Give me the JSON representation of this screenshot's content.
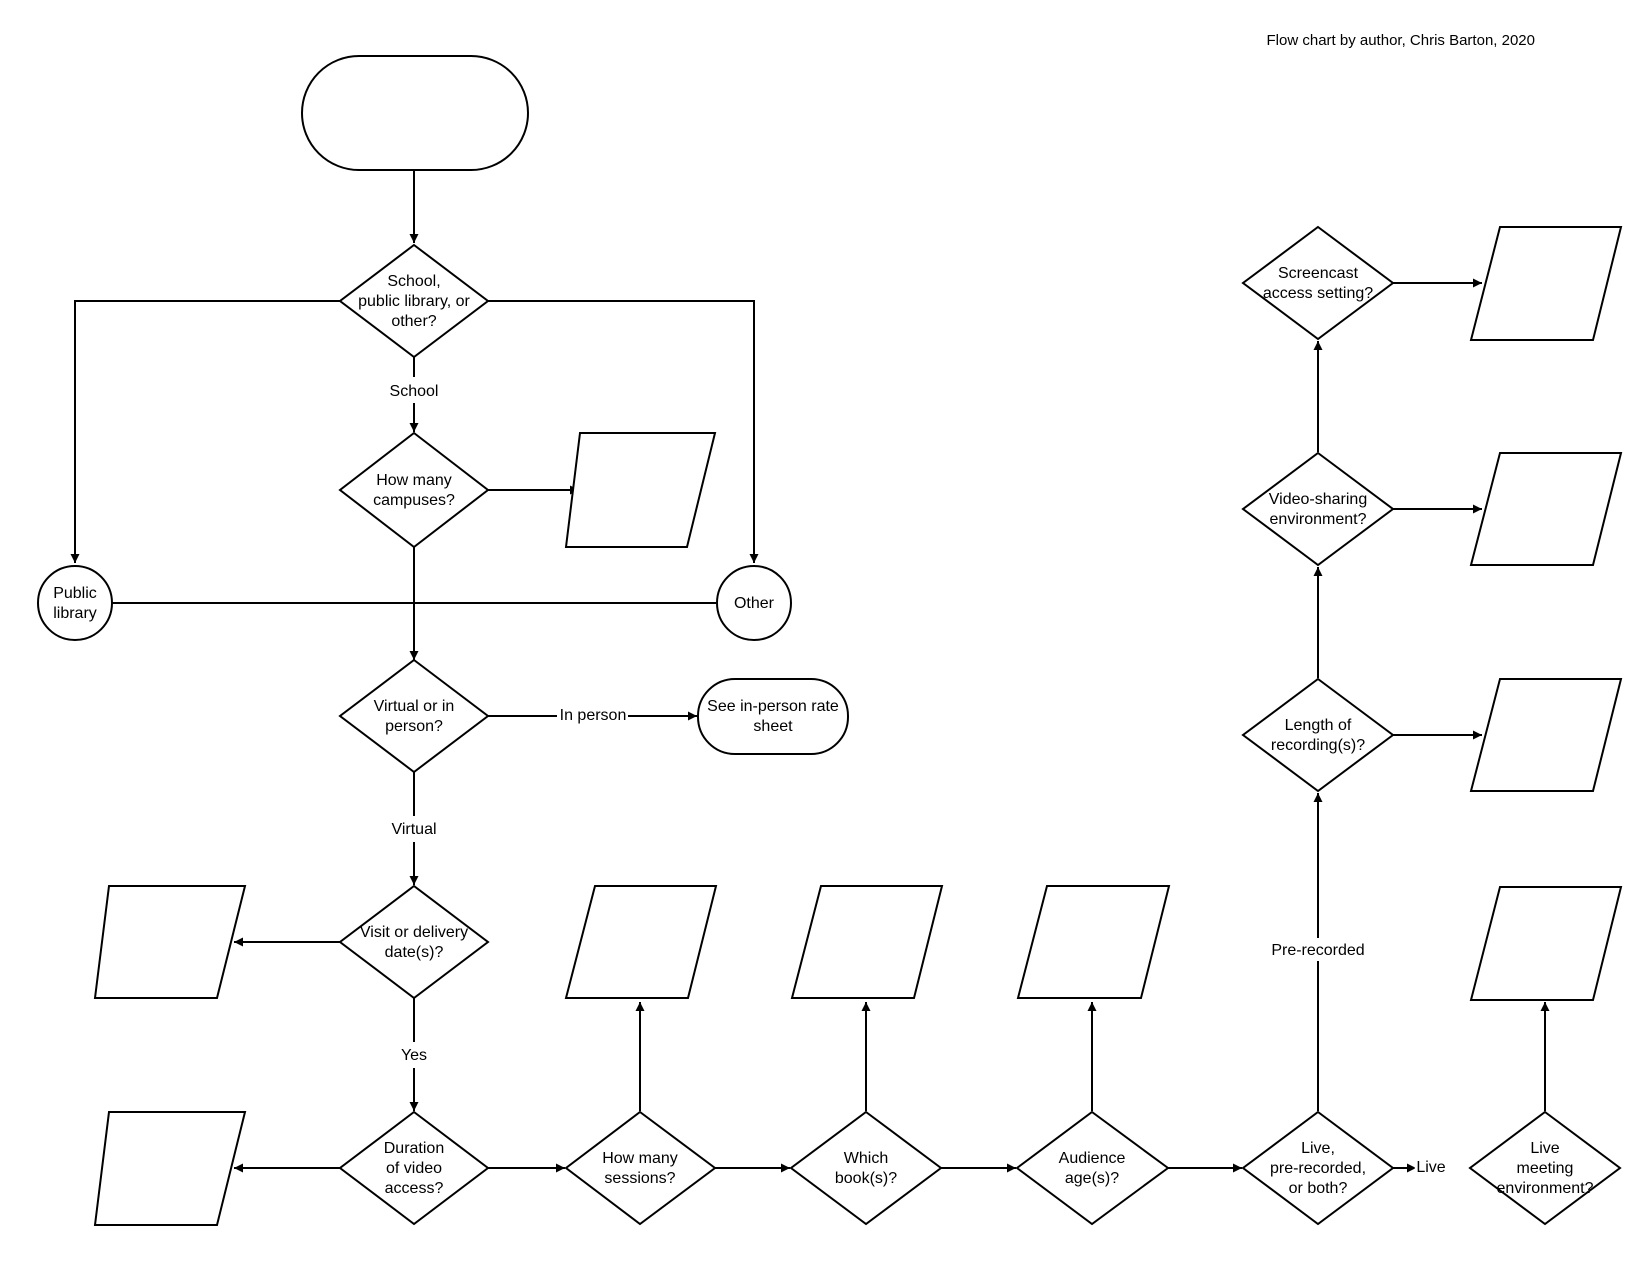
{
  "credit": "Flow chart by author, Chris Barton, 2020",
  "nodes": {
    "start": "",
    "q_org": "School,|public library, or|other?",
    "q_campuses": "How many|campuses?",
    "in_campuses": "",
    "c_public": "Public|library",
    "c_other": "Other",
    "q_virtual": "Virtual or in|person?",
    "t_inperson": "See in-person rate|sheet",
    "q_date": "Visit or delivery|date(s)?",
    "in_date": "",
    "q_duration": "Duration|of video|access?",
    "in_duration": "",
    "q_sessions": "How many|sessions?",
    "in_sessions": "",
    "q_books": "Which|book(s)?",
    "in_books": "",
    "q_age": "Audience|age(s)?",
    "in_age": "",
    "q_format": "Live,|pre-recorded,|or both?",
    "q_live_env": "Live|meeting|environment?",
    "in_live_env": "",
    "q_length": "Length of|recording(s)?",
    "in_length": "",
    "q_video_env": "Video-sharing|environment?",
    "in_video_env": "",
    "q_screencast": "Screencast|access setting?",
    "in_screencast": ""
  },
  "edge_labels": {
    "school": "School",
    "in_person": "In person",
    "virtual": "Virtual",
    "yes": "Yes",
    "pre_recorded": "Pre-recorded",
    "live": "Live"
  }
}
